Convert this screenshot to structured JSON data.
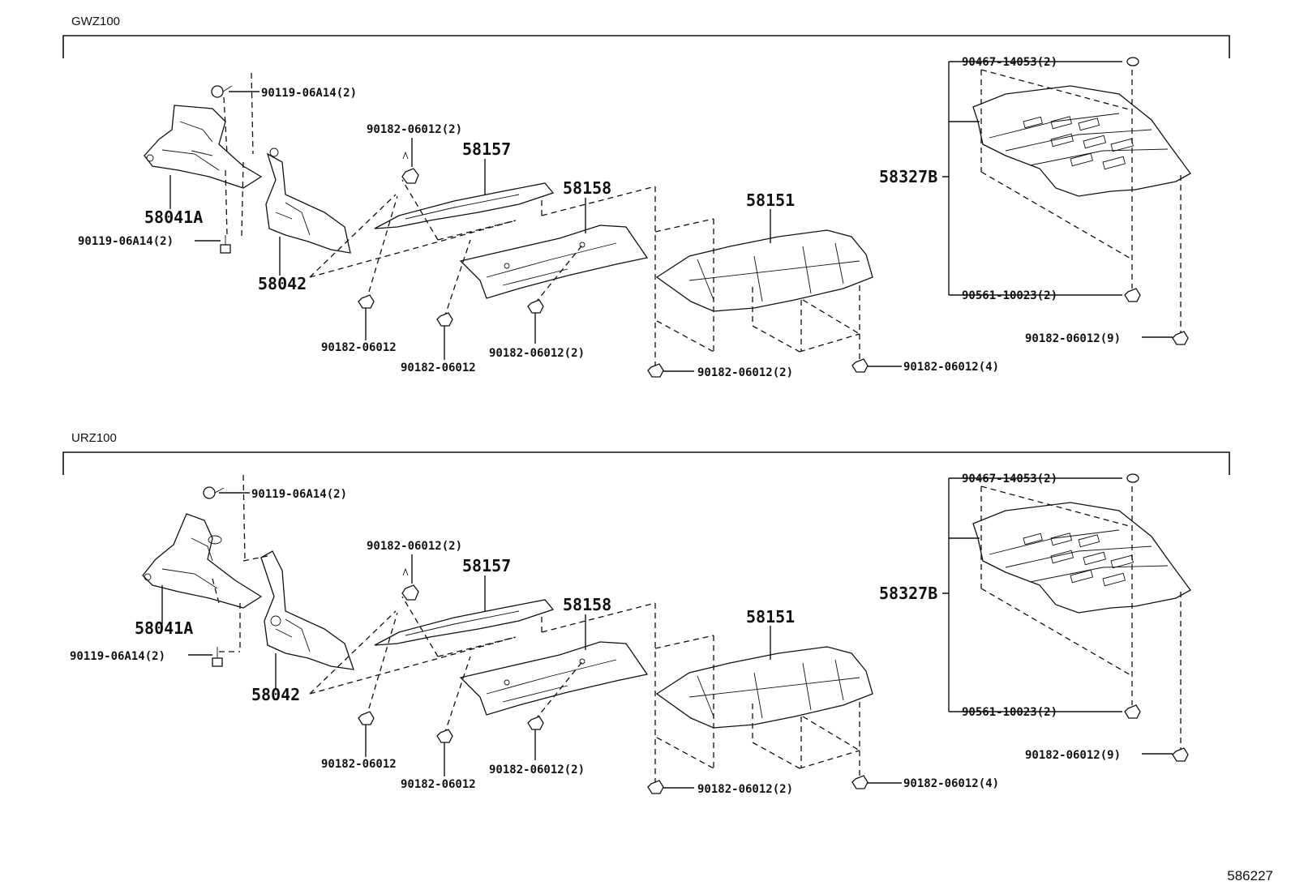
{
  "sections": [
    {
      "title": "GWZ100",
      "labels": {
        "bolt_upper": "90119-06A14(2)",
        "bolt_lower": "90119-06A14(2)",
        "p58041A": "58041A",
        "p58042": "58042",
        "nut_58157": "90182-06012(2)",
        "p58157": "58157",
        "p58158": "58158",
        "p58151": "58151",
        "nut_a": "90182-06012",
        "nut_b": "90182-06012",
        "nut_c": "90182-06012(2)",
        "nut_d": "90182-06012(2)",
        "nut_e": "90182-06012(4)",
        "p58327B": "58327B",
        "clip": "90467-14053(2)",
        "screw": "90561-10023(2)",
        "nut_f": "90182-06012(9)"
      }
    },
    {
      "title": "URZ100",
      "labels": {
        "bolt_upper": "90119-06A14(2)",
        "bolt_lower": "90119-06A14(2)",
        "p58041A": "58041A",
        "p58042": "58042",
        "nut_58157": "90182-06012(2)",
        "p58157": "58157",
        "p58158": "58158",
        "p58151": "58151",
        "nut_a": "90182-06012",
        "nut_b": "90182-06012",
        "nut_c": "90182-06012(2)",
        "nut_d": "90182-06012(2)",
        "nut_e": "90182-06012(4)",
        "p58327B": "58327B",
        "clip": "90467-14053(2)",
        "screw": "90561-10023(2)",
        "nut_f": "90182-06012(9)"
      }
    }
  ],
  "diagram_id": "586227"
}
